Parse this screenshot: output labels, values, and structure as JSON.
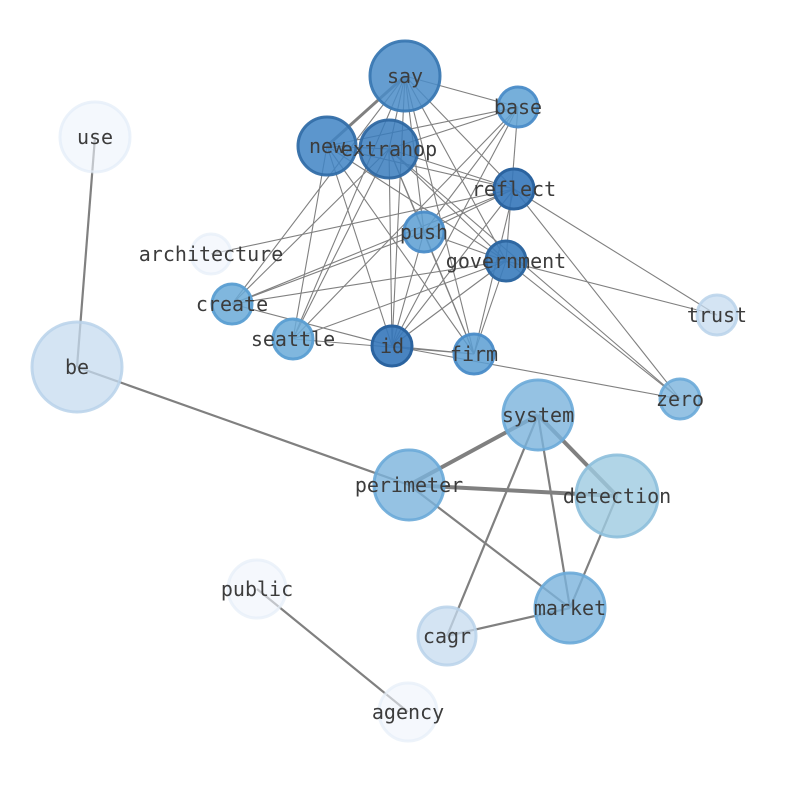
{
  "nodes": [
    {
      "id": "say",
      "label": "say",
      "fill": "#4a8cc8",
      "stroke": "#3a78b2",
      "alpha": 0.85
    },
    {
      "id": "base",
      "label": "base",
      "fill": "#5ea1d3",
      "stroke": "#4a8cc8",
      "alpha": 0.85
    },
    {
      "id": "use",
      "label": "use",
      "fill": "#edf3fb",
      "stroke": "#e3ecf8",
      "alpha": 0.6
    },
    {
      "id": "new",
      "label": "new",
      "fill": "#3f84c4",
      "stroke": "#336ea8",
      "alpha": 0.85
    },
    {
      "id": "extrahop",
      "label": "extrahop",
      "fill": "#3a7cbd",
      "stroke": "#2f68a2",
      "alpha": 0.85
    },
    {
      "id": "reflect",
      "label": "reflect",
      "fill": "#3577ba",
      "stroke": "#2b639f",
      "alpha": 0.9
    },
    {
      "id": "architecture",
      "label": "architecture",
      "fill": "#eef4fb",
      "stroke": "#e6eef8",
      "alpha": 0.6
    },
    {
      "id": "push",
      "label": "push",
      "fill": "#5a9ed2",
      "stroke": "#4a8cc8",
      "alpha": 0.85
    },
    {
      "id": "government",
      "label": "government",
      "fill": "#3a7cbd",
      "stroke": "#2f68a2",
      "alpha": 0.9
    },
    {
      "id": "create",
      "label": "create",
      "fill": "#6aaad8",
      "stroke": "#5a9ed2",
      "alpha": 0.85
    },
    {
      "id": "trust",
      "label": "trust",
      "fill": "#c6dbef",
      "stroke": "#b8d2ea",
      "alpha": 0.75
    },
    {
      "id": "seattle",
      "label": "seattle",
      "fill": "#6aaad8",
      "stroke": "#5a9ed2",
      "alpha": 0.85
    },
    {
      "id": "id",
      "label": "id",
      "fill": "#3577ba",
      "stroke": "#2b639f",
      "alpha": 0.9
    },
    {
      "id": "firm",
      "label": "firm",
      "fill": "#5a9ed2",
      "stroke": "#4a8cc8",
      "alpha": 0.85
    },
    {
      "id": "be",
      "label": "be",
      "fill": "#c6dbef",
      "stroke": "#b8d2ea",
      "alpha": 0.75
    },
    {
      "id": "zero",
      "label": "zero",
      "fill": "#7ab3dc",
      "stroke": "#6aaad8",
      "alpha": 0.8
    },
    {
      "id": "system",
      "label": "system",
      "fill": "#7ab3dc",
      "stroke": "#6aaad8",
      "alpha": 0.8
    },
    {
      "id": "perimeter",
      "label": "perimeter",
      "fill": "#7ab3dc",
      "stroke": "#6aaad8",
      "alpha": 0.8
    },
    {
      "id": "detection",
      "label": "detection",
      "fill": "#9ecae1",
      "stroke": "#8dbfdc",
      "alpha": 0.8
    },
    {
      "id": "public",
      "label": "public",
      "fill": "#eef4fb",
      "stroke": "#e6eef8",
      "alpha": 0.6
    },
    {
      "id": "market",
      "label": "market",
      "fill": "#7ab3dc",
      "stroke": "#6aaad8",
      "alpha": 0.8
    },
    {
      "id": "cagr",
      "label": "cagr",
      "fill": "#c6dbef",
      "stroke": "#b8d2ea",
      "alpha": 0.75
    },
    {
      "id": "agency",
      "label": "agency",
      "fill": "#eef4fb",
      "stroke": "#e6eef8",
      "alpha": 0.6
    }
  ],
  "edges": [
    {
      "from": "say",
      "to": "new",
      "weight": 3
    },
    {
      "from": "say",
      "to": "base",
      "weight": 1
    },
    {
      "from": "say",
      "to": "extrahop",
      "weight": 1
    },
    {
      "from": "say",
      "to": "reflect",
      "weight": 1
    },
    {
      "from": "say",
      "to": "push",
      "weight": 1
    },
    {
      "from": "say",
      "to": "government",
      "weight": 1
    },
    {
      "from": "say",
      "to": "create",
      "weight": 1
    },
    {
      "from": "say",
      "to": "seattle",
      "weight": 1
    },
    {
      "from": "say",
      "to": "id",
      "weight": 1
    },
    {
      "from": "say",
      "to": "firm",
      "weight": 1
    },
    {
      "from": "new",
      "to": "extrahop",
      "weight": 1
    },
    {
      "from": "new",
      "to": "base",
      "weight": 1
    },
    {
      "from": "new",
      "to": "reflect",
      "weight": 1
    },
    {
      "from": "new",
      "to": "government",
      "weight": 1
    },
    {
      "from": "new",
      "to": "seattle",
      "weight": 1
    },
    {
      "from": "new",
      "to": "id",
      "weight": 1
    },
    {
      "from": "new",
      "to": "firm",
      "weight": 1
    },
    {
      "from": "extrahop",
      "to": "base",
      "weight": 1
    },
    {
      "from": "extrahop",
      "to": "reflect",
      "weight": 1
    },
    {
      "from": "extrahop",
      "to": "push",
      "weight": 1
    },
    {
      "from": "extrahop",
      "to": "government",
      "weight": 1
    },
    {
      "from": "extrahop",
      "to": "create",
      "weight": 1
    },
    {
      "from": "extrahop",
      "to": "seattle",
      "weight": 1
    },
    {
      "from": "extrahop",
      "to": "id",
      "weight": 1
    },
    {
      "from": "extrahop",
      "to": "firm",
      "weight": 1
    },
    {
      "from": "extrahop",
      "to": "zero",
      "weight": 1
    },
    {
      "from": "base",
      "to": "push",
      "weight": 1
    },
    {
      "from": "base",
      "to": "government",
      "weight": 1
    },
    {
      "from": "base",
      "to": "seattle",
      "weight": 1
    },
    {
      "from": "base",
      "to": "id",
      "weight": 1
    },
    {
      "from": "reflect",
      "to": "architecture",
      "weight": 1
    },
    {
      "from": "reflect",
      "to": "push",
      "weight": 1
    },
    {
      "from": "reflect",
      "to": "create",
      "weight": 1
    },
    {
      "from": "reflect",
      "to": "trust",
      "weight": 1
    },
    {
      "from": "reflect",
      "to": "id",
      "weight": 1
    },
    {
      "from": "reflect",
      "to": "firm",
      "weight": 1
    },
    {
      "from": "reflect",
      "to": "zero",
      "weight": 1
    },
    {
      "from": "push",
      "to": "government",
      "weight": 1
    },
    {
      "from": "push",
      "to": "create",
      "weight": 1
    },
    {
      "from": "push",
      "to": "id",
      "weight": 1
    },
    {
      "from": "push",
      "to": "firm",
      "weight": 1
    },
    {
      "from": "government",
      "to": "create",
      "weight": 1
    },
    {
      "from": "government",
      "to": "trust",
      "weight": 1
    },
    {
      "from": "government",
      "to": "id",
      "weight": 1
    },
    {
      "from": "government",
      "to": "firm",
      "weight": 1
    },
    {
      "from": "government",
      "to": "zero",
      "weight": 1
    },
    {
      "from": "government",
      "to": "seattle",
      "weight": 1
    },
    {
      "from": "seattle",
      "to": "firm",
      "weight": 1
    },
    {
      "from": "create",
      "to": "id",
      "weight": 1
    },
    {
      "from": "id",
      "to": "firm",
      "weight": 1
    },
    {
      "from": "id",
      "to": "zero",
      "weight": 1
    },
    {
      "from": "use",
      "to": "be",
      "weight": 2
    },
    {
      "from": "be",
      "to": "perimeter",
      "weight": 2
    },
    {
      "from": "system",
      "to": "perimeter",
      "weight": 4
    },
    {
      "from": "system",
      "to": "detection",
      "weight": 4
    },
    {
      "from": "system",
      "to": "market",
      "weight": 2
    },
    {
      "from": "system",
      "to": "cagr",
      "weight": 2
    },
    {
      "from": "perimeter",
      "to": "detection",
      "weight": 4
    },
    {
      "from": "perimeter",
      "to": "market",
      "weight": 2
    },
    {
      "from": "detection",
      "to": "market",
      "weight": 2
    },
    {
      "from": "market",
      "to": "cagr",
      "weight": 2
    },
    {
      "from": "public",
      "to": "agency",
      "weight": 2
    }
  ]
}
